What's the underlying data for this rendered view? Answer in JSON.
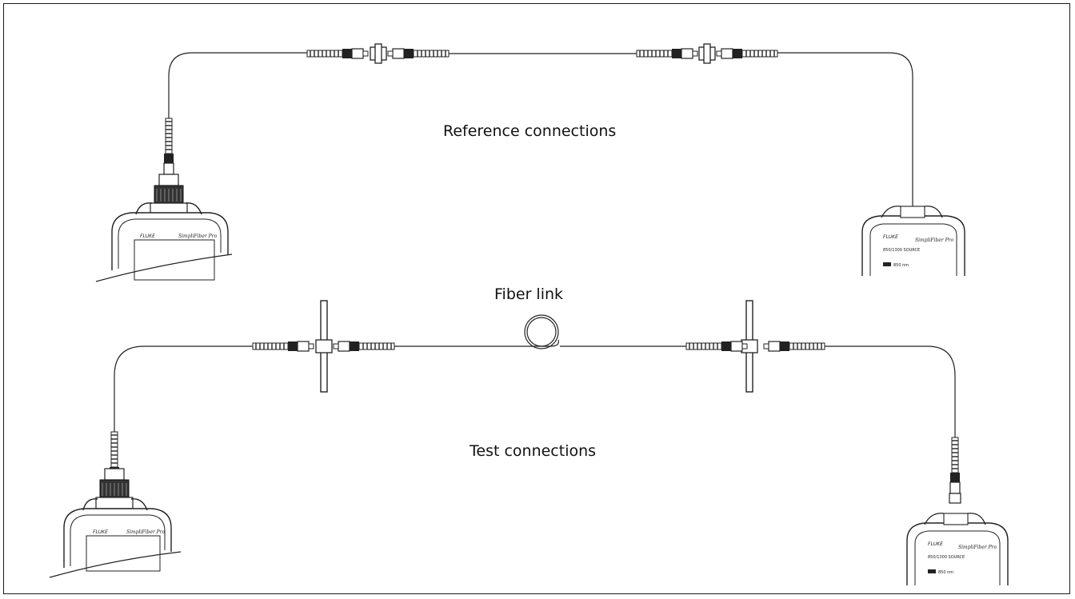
{
  "labels": {
    "reference": "Reference connections",
    "fiber_link": "Fiber link",
    "test": "Test connections"
  },
  "devices": {
    "left_brand": "FLUKE",
    "left_model": "SimpliFiber Pro",
    "right_brand": "FLUKE",
    "right_model": "SimpliFiber Pro",
    "right_source_ref": "850/1300 SOURCE",
    "right_wavelength_ref": "850 nm",
    "right_source_test": "850/1300 SOURCE",
    "right_wavelength_test": "850 nm"
  },
  "colors": {
    "line": "#222222",
    "background": "#ffffff"
  }
}
